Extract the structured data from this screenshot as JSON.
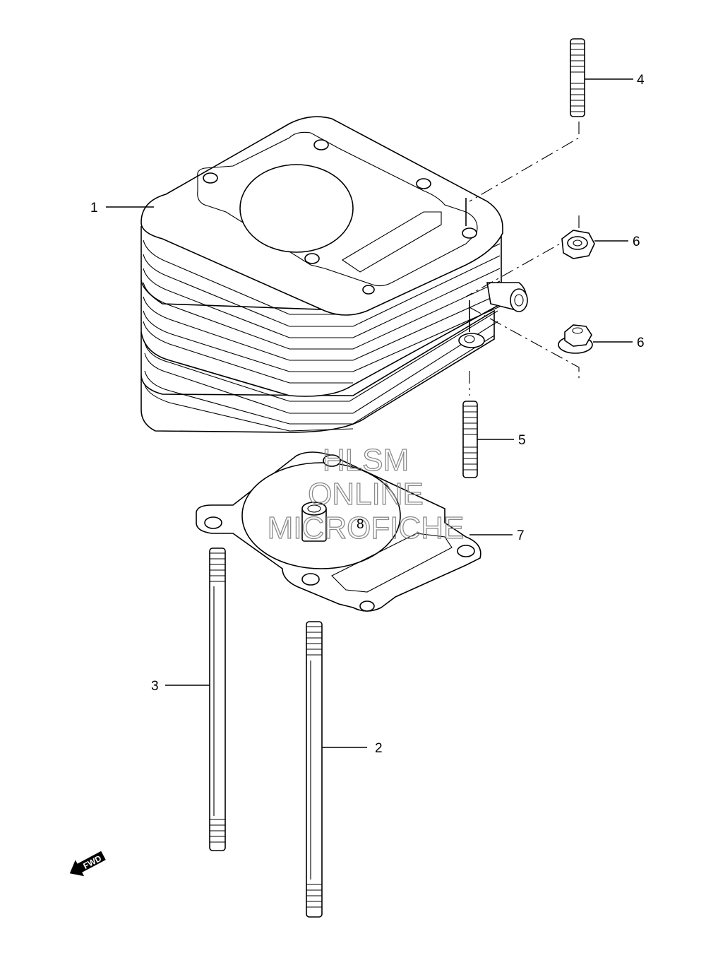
{
  "callouts": [
    {
      "id": "1",
      "label": "1"
    },
    {
      "id": "2",
      "label": "2"
    },
    {
      "id": "3",
      "label": "3"
    },
    {
      "id": "4",
      "label": "4"
    },
    {
      "id": "5",
      "label": "5"
    },
    {
      "id": "6a",
      "label": "6"
    },
    {
      "id": "6b",
      "label": "6"
    },
    {
      "id": "7",
      "label": "7"
    },
    {
      "id": "8",
      "label": "8"
    }
  ],
  "watermark": {
    "line1": "HLSM",
    "line2": "ONLINE",
    "line3": "MICROFICHE"
  },
  "fwd_badge": {
    "label": "FWD",
    "icon": "arrow-left-down-icon"
  }
}
